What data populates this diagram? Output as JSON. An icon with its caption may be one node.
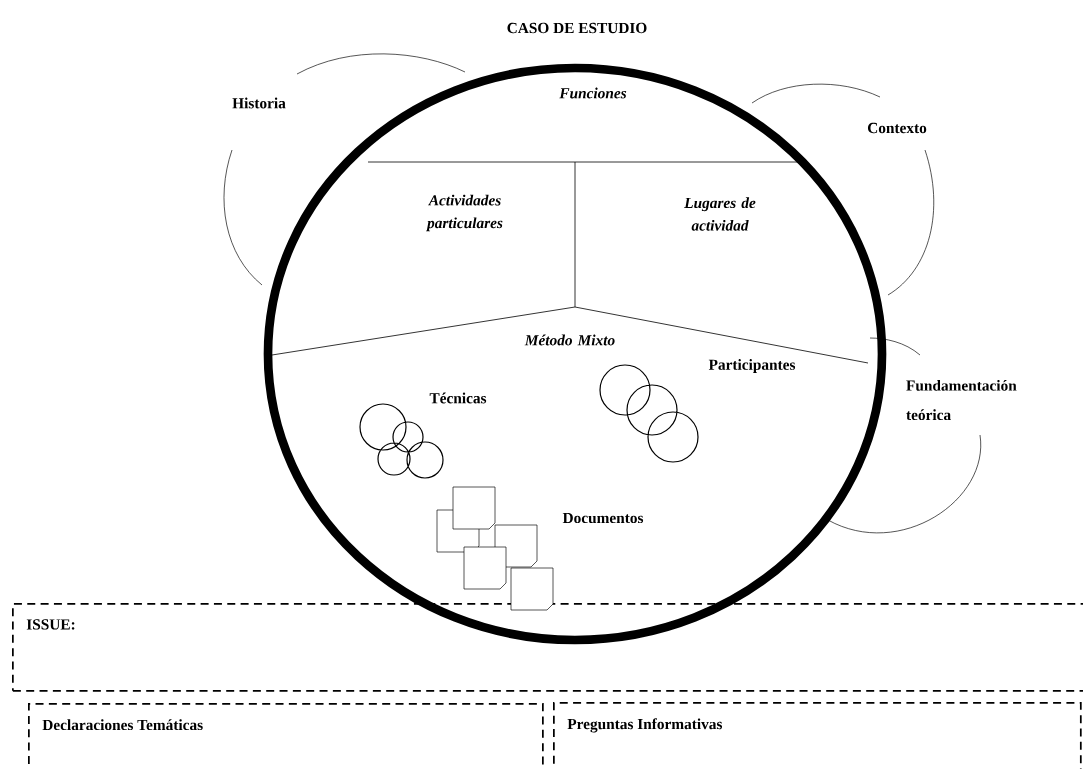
{
  "diagram": {
    "title": "CASO DE ESTUDIO",
    "nodes": [
      {
        "text": [
          "Historia"
        ]
      },
      {
        "text": [],
        "shape": "circle"
      },
      {
        "text": [
          "Funciones"
        ],
        "in": 1
      },
      {
        "text": [
          "Contexto"
        ]
      },
      {
        "text": [
          "Actividades particulares"
        ],
        "in": 1
      },
      {
        "text": [
          "Lugares de actividad"
        ],
        "in": 1
      },
      {
        "text": [
          "Método Mixto"
        ],
        "in": 1
      },
      {
        "text": [
          "Fundamentación teórica"
        ]
      },
      {
        "text": [
          "**ISSUE**:"
        ]
      },
      {
        "text": [
          "Declaraciones Temáticas"
        ]
      },
      {
        "text": [
          "Preguntas Informativas"
        ]
      }
    ],
    "labels": [
      "Participantes",
      "Técnicas",
      "Documentos"
    ]
  }
}
